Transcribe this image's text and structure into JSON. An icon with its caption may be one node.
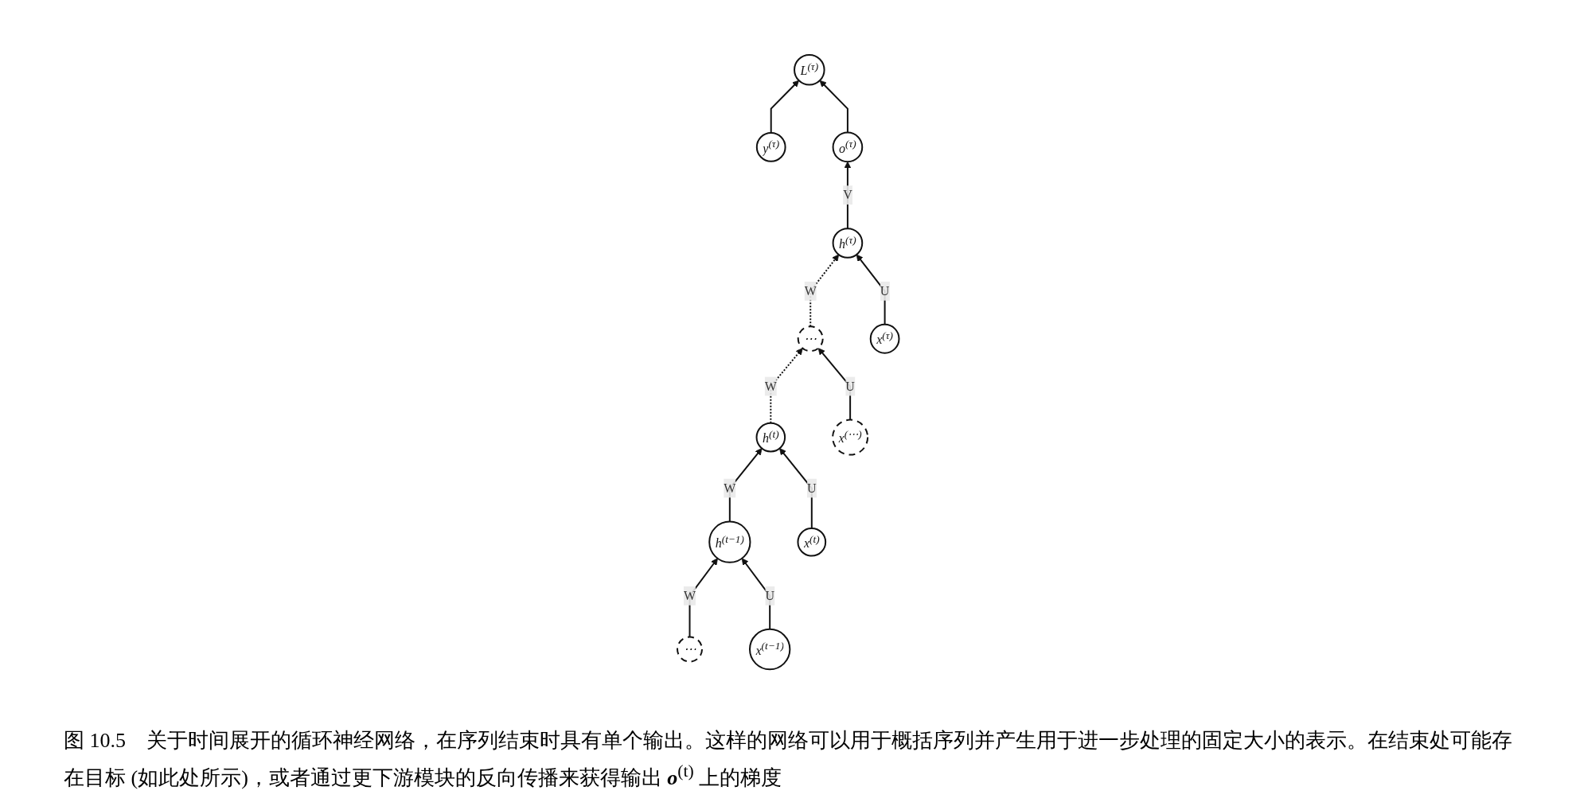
{
  "diagram": {
    "caption": "图 10.5　关于时间展开的循环神经网络，在序列结束时具有单个输出。这样的网络可以用于概括序列并产生用于进一步处理的固定大小的表示。在结束处可能存在目标 (如此处所示)，或者通过更下游模块的反向传播来获得输出 **o**$^{(t)}$ 上的梯度",
    "nodes": [
      {
        "text": [
          "L$^{(τ)}$"
        ]
      },
      {
        "text": [
          "y$^{(τ)}$"
        ]
      },
      {
        "text": [
          "o$^{(τ)}$"
        ]
      },
      {
        "text": [
          "⋯"
        ]
      },
      {
        "text": [
          "h$^{(t−1)}$"
        ]
      },
      {
        "text": [
          "h$^{(t)}$"
        ]
      },
      {
        "text": [
          "⋯"
        ]
      },
      {
        "text": [
          "h$^{(τ)}$"
        ]
      },
      {
        "text": [
          "x$^{(t−1)}$"
        ]
      },
      {
        "text": [
          "x$^{(t)}$"
        ]
      },
      {
        "text": [
          "x$^{(⋯)}$"
        ]
      },
      {
        "text": [
          "x$^{(τ)}$"
        ]
      }
    ],
    "edges": [
      {
        "from": 1,
        "to": 0,
        "arrow": "to"
      },
      {
        "from": 2,
        "to": 0,
        "arrow": "to"
      },
      {
        "from": 7,
        "to": 2,
        "arrow": "to",
        "label": "V"
      },
      {
        "from": 3,
        "to": 4,
        "arrow": "to",
        "label": "W"
      },
      {
        "from": 4,
        "to": 5,
        "arrow": "to",
        "label": "W"
      },
      {
        "from": 5,
        "to": 6,
        "arrow": "to",
        "label": "W",
        "style": "dashed"
      },
      {
        "from": 6,
        "to": 7,
        "arrow": "to",
        "label": "W",
        "style": "dashed"
      },
      {
        "from": 8,
        "to": 4,
        "arrow": "to",
        "label": "U"
      },
      {
        "from": 9,
        "to": 5,
        "arrow": "to",
        "label": "U"
      },
      {
        "from": 10,
        "to": 6,
        "arrow": "to",
        "label": "U"
      },
      {
        "from": 11,
        "to": 7,
        "arrow": "to",
        "label": "U"
      }
    ]
  }
}
